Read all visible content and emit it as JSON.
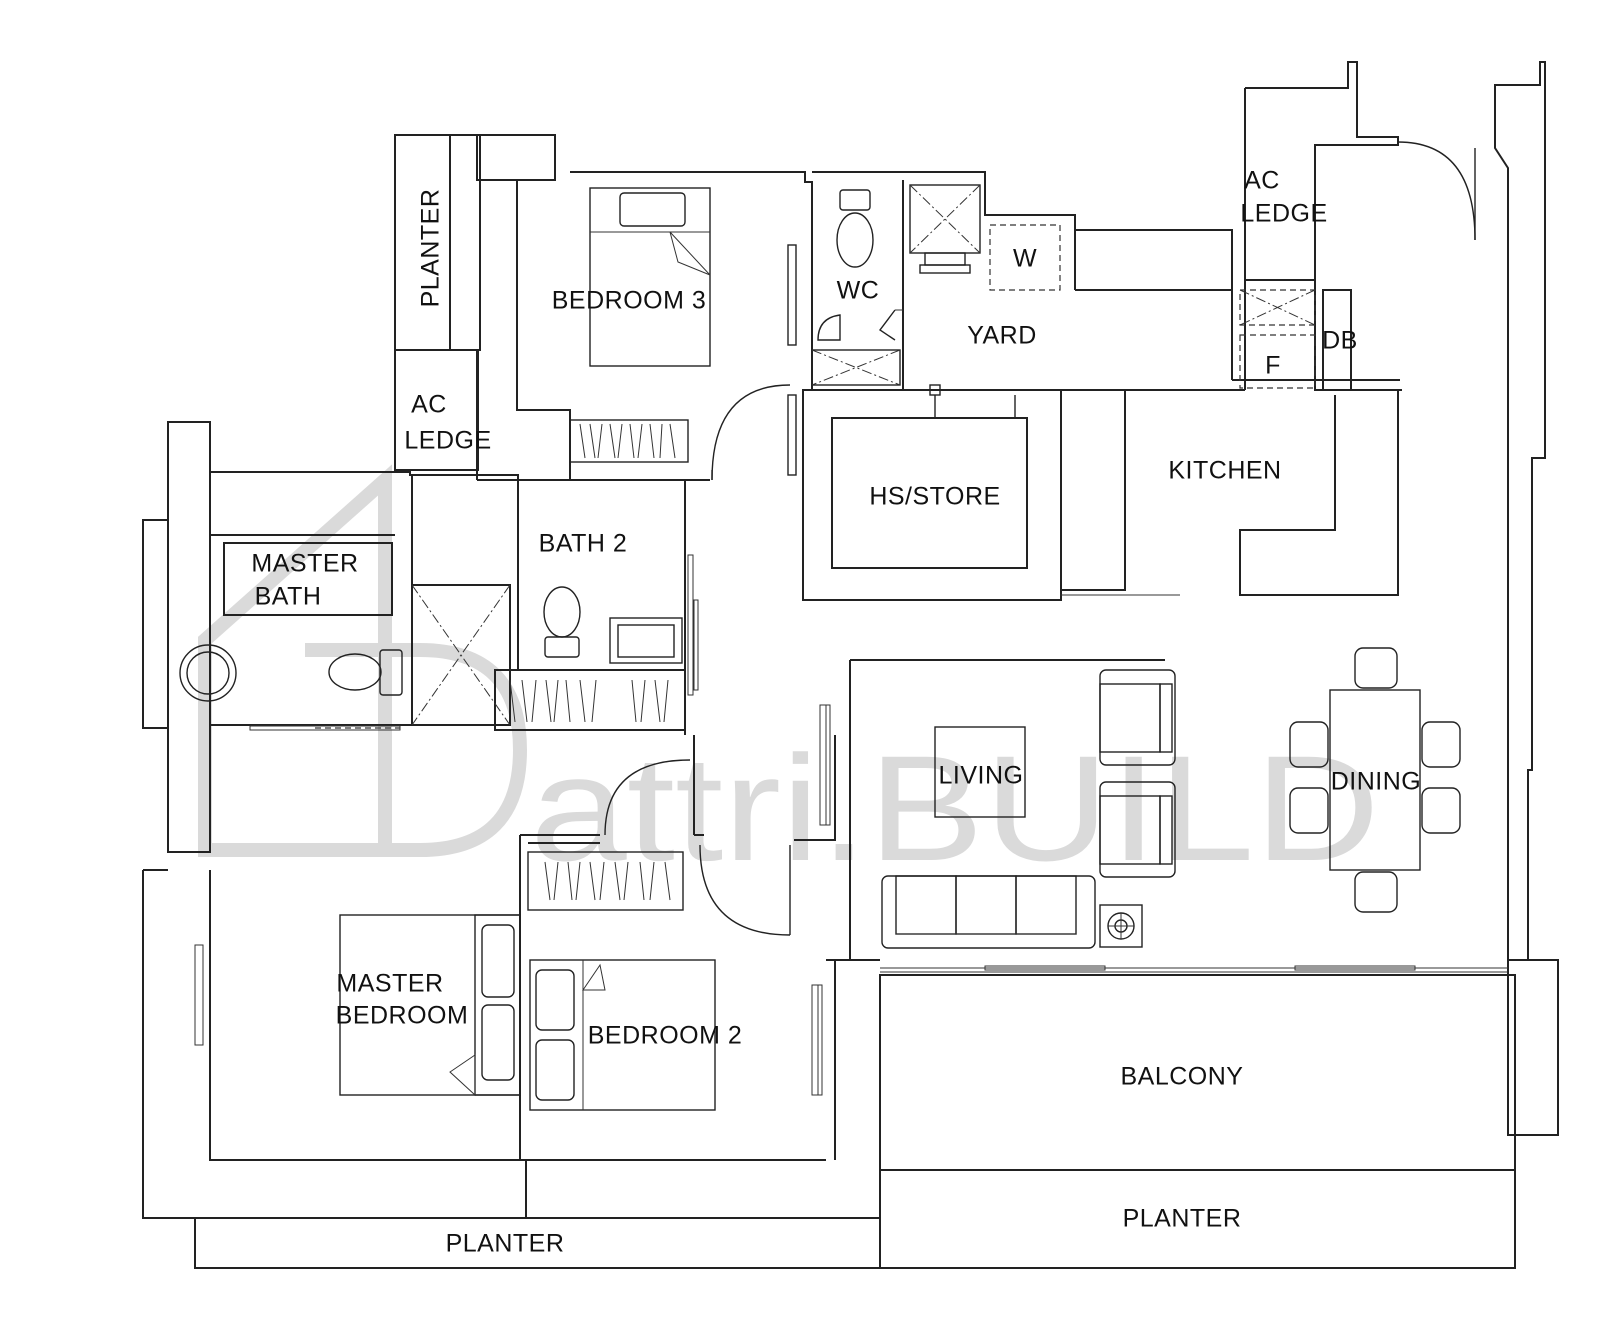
{
  "rooms": {
    "planter_top": "PLANTER",
    "bedroom3": "BEDROOM  3",
    "wc": "WC",
    "washer": "W",
    "yard": "YARD",
    "ac_ledge_right_1": "AC",
    "ac_ledge_right_2": "LEDGE",
    "db": "DB",
    "fridge": "F",
    "ac_ledge_left_1": "AC",
    "ac_ledge_left_2": "LEDGE",
    "hs_store": "HS/STORE",
    "kitchen": "KITCHEN",
    "master_bath_1": "MASTER",
    "master_bath_2": "BATH",
    "bath2": "BATH  2",
    "living": "LIVING",
    "dining": "DINING",
    "master_bedroom_1": "MASTER",
    "master_bedroom_2": "BEDROOM",
    "bedroom2": "BEDROOM  2",
    "balcony": "BALCONY",
    "planter_bottom_right": "PLANTER",
    "planter_bottom_left": "PLANTER"
  },
  "watermark": {
    "text": "attri.BUILD"
  }
}
